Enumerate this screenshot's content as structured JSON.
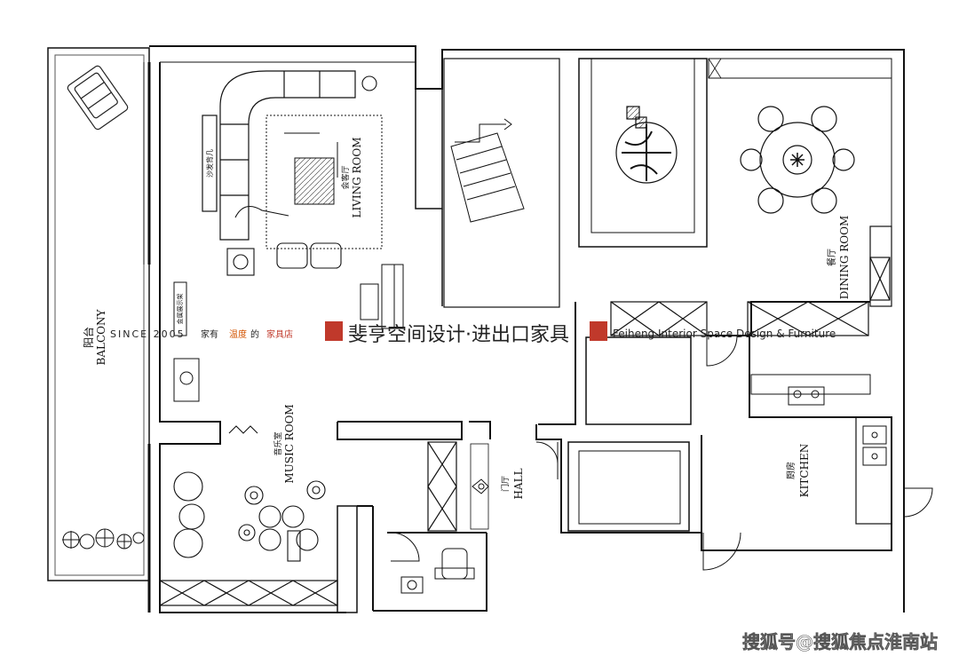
{
  "rooms": {
    "balcony": {
      "cn": "阳台",
      "en": "BALCONY"
    },
    "living": {
      "cn": "会客厅",
      "en": "LIVING ROOM"
    },
    "dining": {
      "cn": "餐厅",
      "en": "DINING ROOM"
    },
    "music": {
      "cn": "音乐室",
      "en": "MUSIC ROOM"
    },
    "hall": {
      "cn": "门厅",
      "en": "HALL"
    },
    "kitchen": {
      "cn": "厨房",
      "en": "KITCHEN"
    }
  },
  "furniture_labels": {
    "sofa_table": "沙发背几",
    "display_rack": "金属展示架"
  },
  "watermark": {
    "since": "SINCE 2005",
    "slogan_1": "家有",
    "slogan_hl": "温度",
    "slogan_2": "的",
    "slogan_3": "家具店",
    "brand_cn": "斐亨空间设计·进出口家具",
    "brand_en": "Feiheng Interior Space Design & Furniture",
    "accent_color": "#c0392b",
    "warm_color": "#d35400"
  },
  "footer": {
    "credit": "搜狐号@搜狐焦点淮南站"
  }
}
